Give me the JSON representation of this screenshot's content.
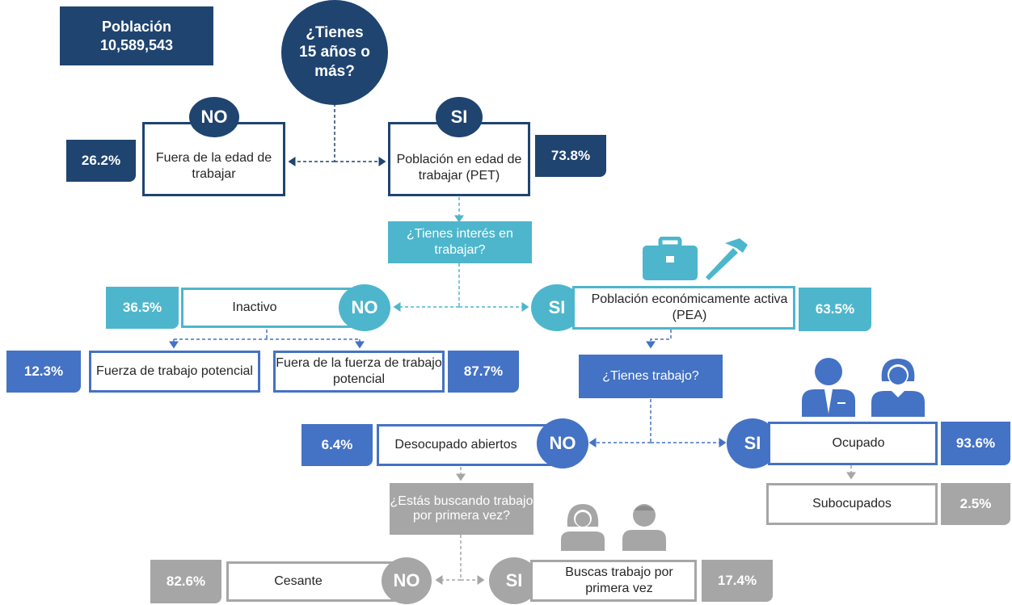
{
  "poblacion": {
    "label": "Población",
    "value": "10,589,543"
  },
  "root_question": "¿Tienes 15 años o más?",
  "no_label": "NO",
  "si_label": "SI",
  "fuera_edad": {
    "label": "Fuera de la edad de trabajar",
    "pct": "26.2%"
  },
  "pet": {
    "label": "Población en edad de trabajar (PET)",
    "pct": "73.8%"
  },
  "q_interes": "¿Tienes interés en trabajar?",
  "inactivo": {
    "label": "Inactivo",
    "pct": "36.5%"
  },
  "pea": {
    "label": "Población económicamente activa (PEA)",
    "pct": "63.5%"
  },
  "fuerza_potencial": {
    "label": "Fuerza de trabajo potencial",
    "pct": "12.3%"
  },
  "fuera_fuerza": {
    "label": "Fuera de la fuerza de trabajo potencial",
    "pct": "87.7%"
  },
  "q_trabajo": "¿Tienes trabajo?",
  "desocupado": {
    "label": "Desocupado abiertos",
    "pct": "6.4%"
  },
  "ocupado": {
    "label": "Ocupado",
    "pct": "93.6%"
  },
  "subocupados": {
    "label": "Subocupados",
    "pct": "2.5%"
  },
  "q_buscando": "¿Estás buscando trabajo por primera vez?",
  "cesante": {
    "label": "Cesante",
    "pct": "82.6%"
  },
  "busca": {
    "label": "Buscas trabajo por primera vez",
    "pct": "17.4%"
  },
  "icons": [
    "briefcase-icon",
    "hammer-icon",
    "man-icon",
    "woman-icon",
    "woman-head-icon",
    "man-head-icon"
  ],
  "colors": {
    "navy": "#1f4470",
    "teal": "#4db6cc",
    "blue": "#4472c4",
    "grey": "#a6a6a6"
  }
}
